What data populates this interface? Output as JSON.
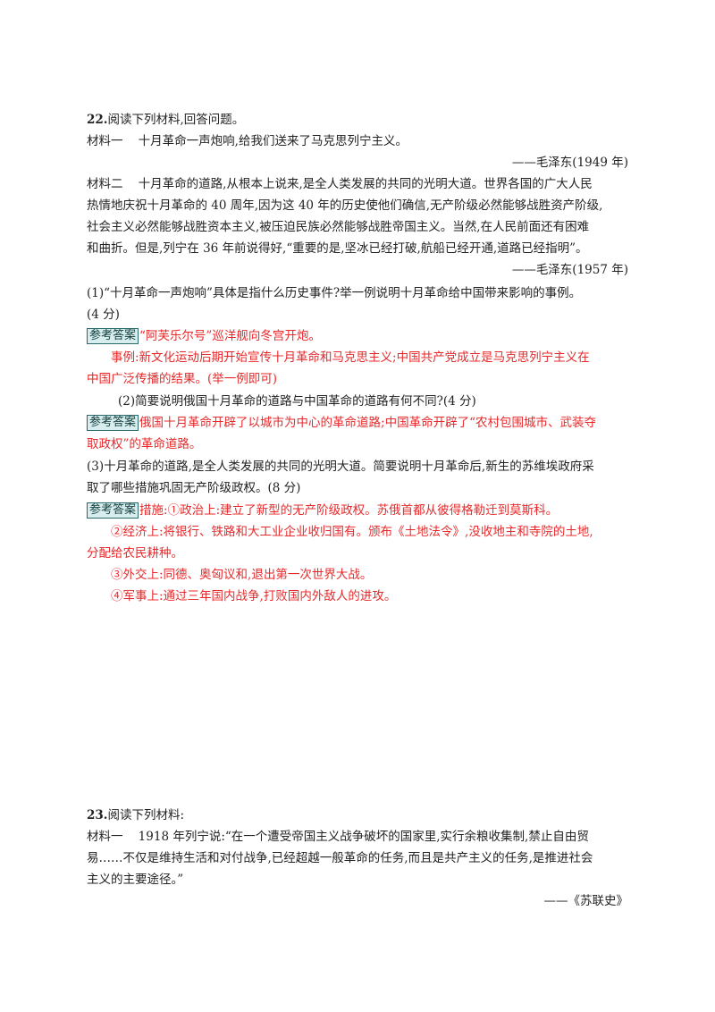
{
  "answer_tag": "参考答案",
  "q22": {
    "number": "22.",
    "prompt": "阅读下列材料,回答问题。",
    "m1_label": "材料一",
    "m1_text": "十月革命一声炮响,给我们送来了马克思列宁主义。",
    "m1_source": "——毛泽东(1949 年)",
    "m2_label": "材料二",
    "m2_lines": [
      "十月革命的道路,从根本上说来,是全人类发展的共同的光明大道。世界各国的广大人民",
      "热情地庆祝十月革命的 40 周年,因为这 40 年的历史使他们确信,无产阶级必然能够战胜资产阶级,",
      "社会主义必然能够战胜资本主义,被压迫民族必然能够战胜帝国主义。当然,在人民前面还有困难",
      "和曲折。但是,列宁在 36 年前说得好,“重要的是,坚冰已经打破,航船已经开通,道路已经指明”。"
    ],
    "m2_source": "——毛泽东(1957 年)",
    "sub1_lines": [
      "(1)“十月革命一声炮响”具体是指什么历史事件?举一例说明十月革命给中国带来影响的事例。",
      "(4 分)"
    ],
    "ans1_first": "“阿芙乐尔号”巡洋舰向冬宫开炮。",
    "ans1_lines": [
      "事例:新文化运动后期开始宣传十月革命和马克思主义;中国共产党成立是马克思列宁主义在",
      "中国广泛传播的结果。(举一例即可)"
    ],
    "sub2": "(2)简要说明俄国十月革命的道路与中国革命的道路有何不同?(4 分)",
    "ans2_first": "俄国十月革命开辟了以城市为中心的革命道路;中国革命开辟了“农村包围城市、武装夺",
    "ans2_second": "取政权”的革命道路。",
    "sub3_lines": [
      "(3)十月革命的道路,是全人类发展的共同的光明大道。简要说明十月革命后,新生的苏维埃政府采",
      "取了哪些措施巩固无产阶级政权。(8 分)"
    ],
    "ans3_first": "措施:①政治上:建立了新型的无产阶级政权。苏俄首都从彼得格勒迁到莫斯科。",
    "ans3_lines": [
      "②经济上:将银行、铁路和大工业企业收归国有。颁布《土地法令》,没收地主和寺院的土地,",
      "分配给农民耕种。",
      "③外交上:同德、奥匈议和,退出第一次世界大战。",
      "④军事上:通过三年国内战争,打败国内外敌人的进攻。"
    ]
  },
  "q23": {
    "number": "23.",
    "prompt": "阅读下列材料:",
    "m1_label": "材料一",
    "m1_lines": [
      "1918 年列宁说:“在一个遭受帝国主义战争破坏的国家里,实行余粮收集制,禁止自由贸",
      "易……不仅是维持生活和对付战争,已经超越一般革命的任务,而且是共产主义的任务,是推进社会",
      "主义的主要途径。”"
    ],
    "m1_source": "——《苏联史》"
  }
}
